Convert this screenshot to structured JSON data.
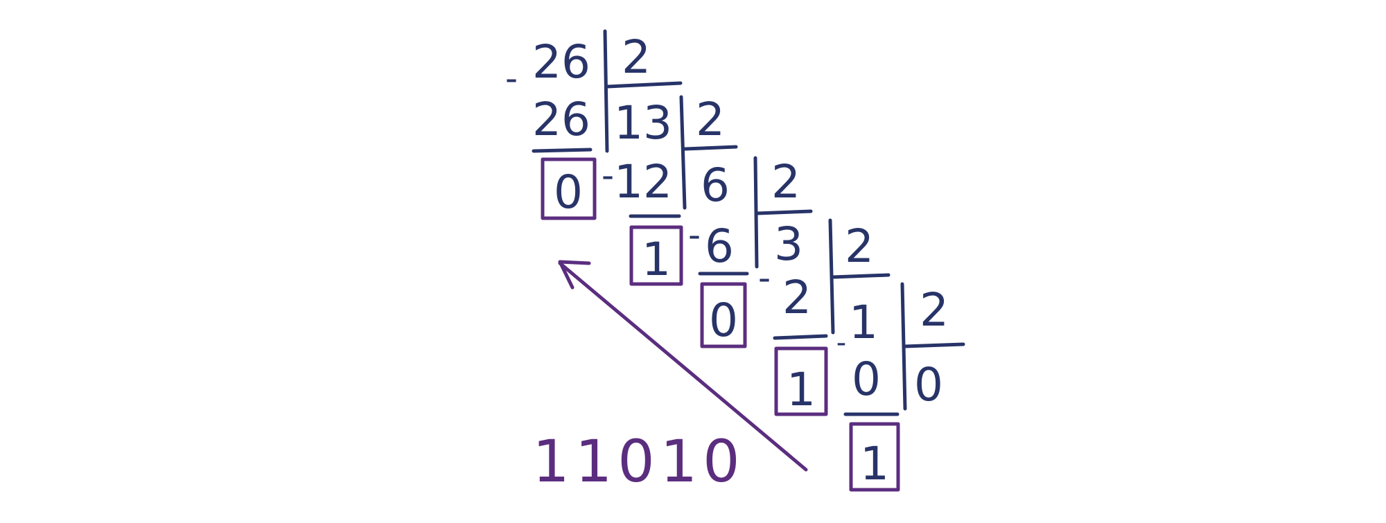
{
  "steps": [
    {
      "dividend": "26",
      "subtrahend": "26",
      "divisor": "2",
      "quotient": "13",
      "remainder": "0"
    },
    {
      "dividend": "13",
      "subtrahend": "12",
      "divisor": "2",
      "quotient": "6",
      "remainder": "1"
    },
    {
      "dividend": "6",
      "subtrahend": "6",
      "divisor": "2",
      "quotient": "3",
      "remainder": "0"
    },
    {
      "dividend": "3",
      "subtrahend": "2",
      "divisor": "2",
      "quotient": "1",
      "remainder": "1"
    },
    {
      "dividend": "1",
      "subtrahend": "0",
      "divisor": "2",
      "quotient": "0",
      "remainder": "1"
    }
  ],
  "minus_sign": "-",
  "result": "11010",
  "colors": {
    "work": "#283468",
    "result": "#5b2d7f"
  }
}
